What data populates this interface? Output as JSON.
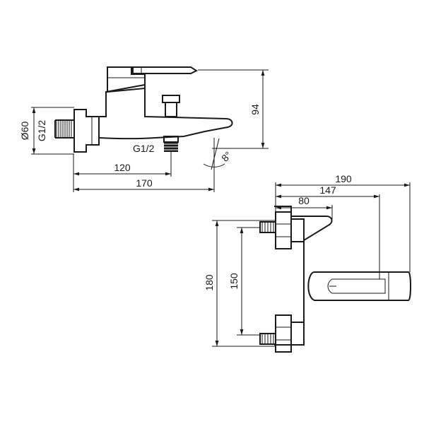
{
  "drawing": {
    "side_view": {
      "dia_label": "Ø60",
      "wall_thread_label": "G1/2",
      "outlet_thread_label": "G1/2",
      "dim_height": "94",
      "dim_angle": "8°",
      "dim_120": "120",
      "dim_170": "170"
    },
    "top_view": {
      "dim_190": "190",
      "dim_147": "147",
      "dim_80": "80",
      "dim_180": "180",
      "dim_150": "150"
    }
  }
}
